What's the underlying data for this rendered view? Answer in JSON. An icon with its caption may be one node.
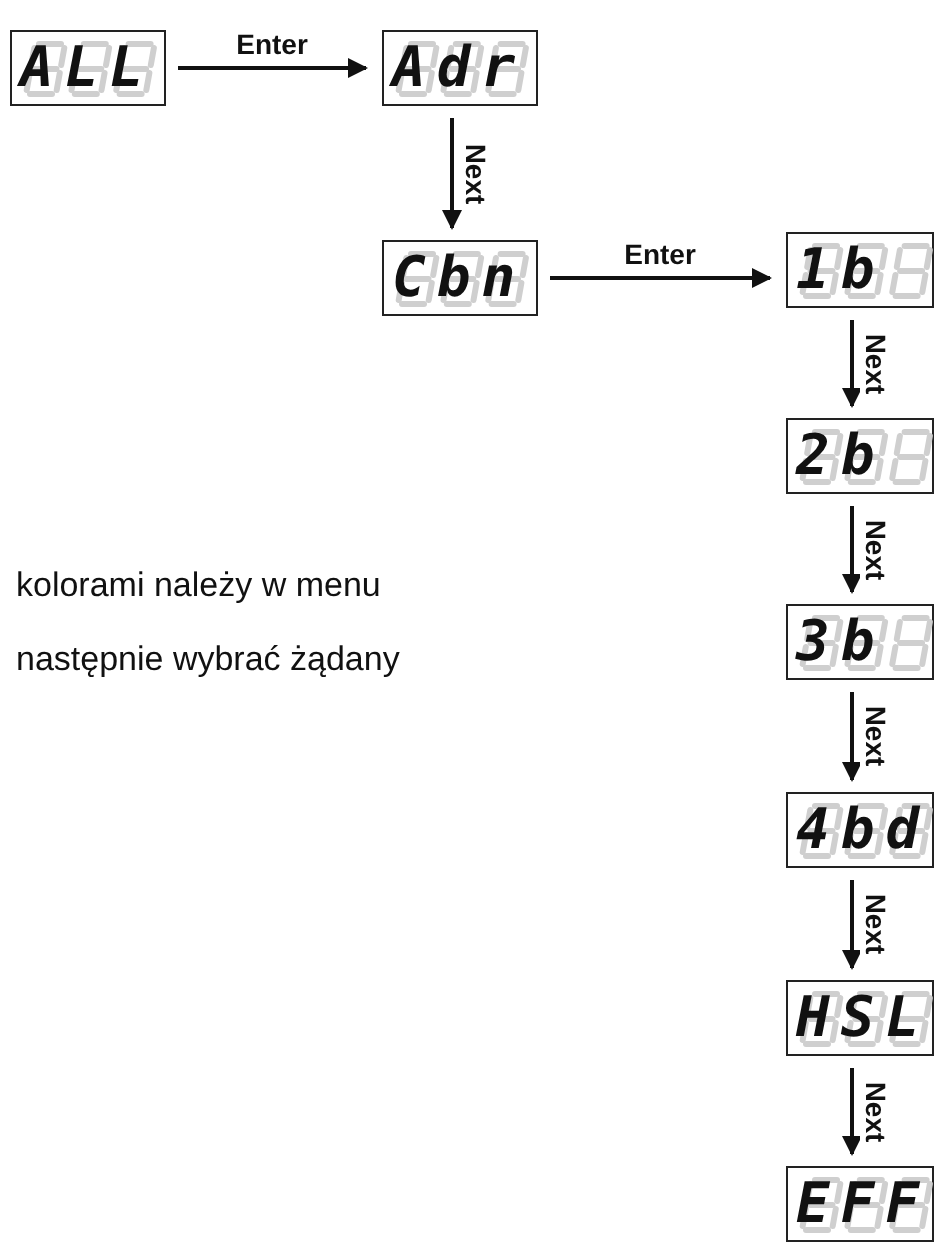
{
  "diagram": {
    "nodes": [
      {
        "text": [
          "ALL"
        ]
      },
      {
        "text": [
          "Adr"
        ]
      },
      {
        "text": [
          "Cbn"
        ]
      },
      {
        "text": [
          "1b"
        ]
      },
      {
        "text": [
          "2b"
        ]
      },
      {
        "text": [
          "3b"
        ]
      },
      {
        "text": [
          "4bd"
        ]
      },
      {
        "text": [
          "HSL"
        ]
      },
      {
        "text": [
          "EFF"
        ]
      }
    ],
    "edges": [
      {
        "from": 0,
        "to": 1,
        "arrow": "to",
        "label": "Enter"
      },
      {
        "from": 1,
        "to": 2,
        "arrow": "to",
        "label": "Next"
      },
      {
        "from": 2,
        "to": 3,
        "arrow": "to",
        "label": "Enter"
      },
      {
        "from": 3,
        "to": 4,
        "arrow": "to",
        "label": "Next"
      },
      {
        "from": 4,
        "to": 5,
        "arrow": "to",
        "label": "Next"
      },
      {
        "from": 5,
        "to": 6,
        "arrow": "to",
        "label": "Next"
      },
      {
        "from": 6,
        "to": 7,
        "arrow": "to",
        "label": "Next"
      },
      {
        "from": 7,
        "to": 8,
        "arrow": "to",
        "label": "Next"
      }
    ],
    "labels": [
      "kolorami należy w menu",
      "następnie wybrać żądany"
    ]
  }
}
